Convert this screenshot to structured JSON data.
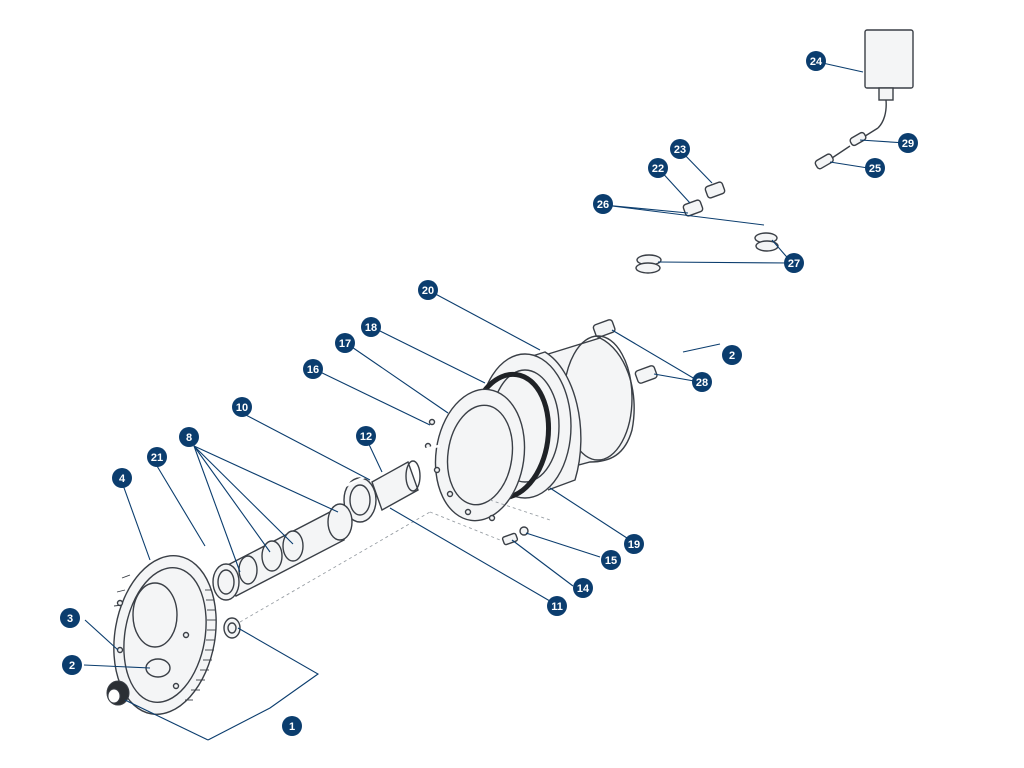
{
  "diagram": {
    "colors": {
      "callout": "#0b3d6e",
      "line": "#3a3f46",
      "leader": "#0b3d6e"
    },
    "callouts": [
      {
        "id": "c1",
        "label": "1"
      },
      {
        "id": "c2a",
        "label": "2"
      },
      {
        "id": "c2b",
        "label": "2"
      },
      {
        "id": "c3",
        "label": "3"
      },
      {
        "id": "c4",
        "label": "4"
      },
      {
        "id": "c8",
        "label": "8"
      },
      {
        "id": "c10",
        "label": "10"
      },
      {
        "id": "c11",
        "label": "11"
      },
      {
        "id": "c12",
        "label": "12"
      },
      {
        "id": "c14",
        "label": "14"
      },
      {
        "id": "c15",
        "label": "15"
      },
      {
        "id": "c16",
        "label": "16"
      },
      {
        "id": "c17",
        "label": "17"
      },
      {
        "id": "c18",
        "label": "18"
      },
      {
        "id": "c19",
        "label": "19"
      },
      {
        "id": "c20",
        "label": "20"
      },
      {
        "id": "c21",
        "label": "21"
      },
      {
        "id": "c22",
        "label": "22"
      },
      {
        "id": "c23",
        "label": "23"
      },
      {
        "id": "c24",
        "label": "24"
      },
      {
        "id": "c25",
        "label": "25"
      },
      {
        "id": "c26",
        "label": "26"
      },
      {
        "id": "c27",
        "label": "27"
      },
      {
        "id": "c28",
        "label": "28"
      },
      {
        "id": "c29",
        "label": "29"
      }
    ]
  }
}
